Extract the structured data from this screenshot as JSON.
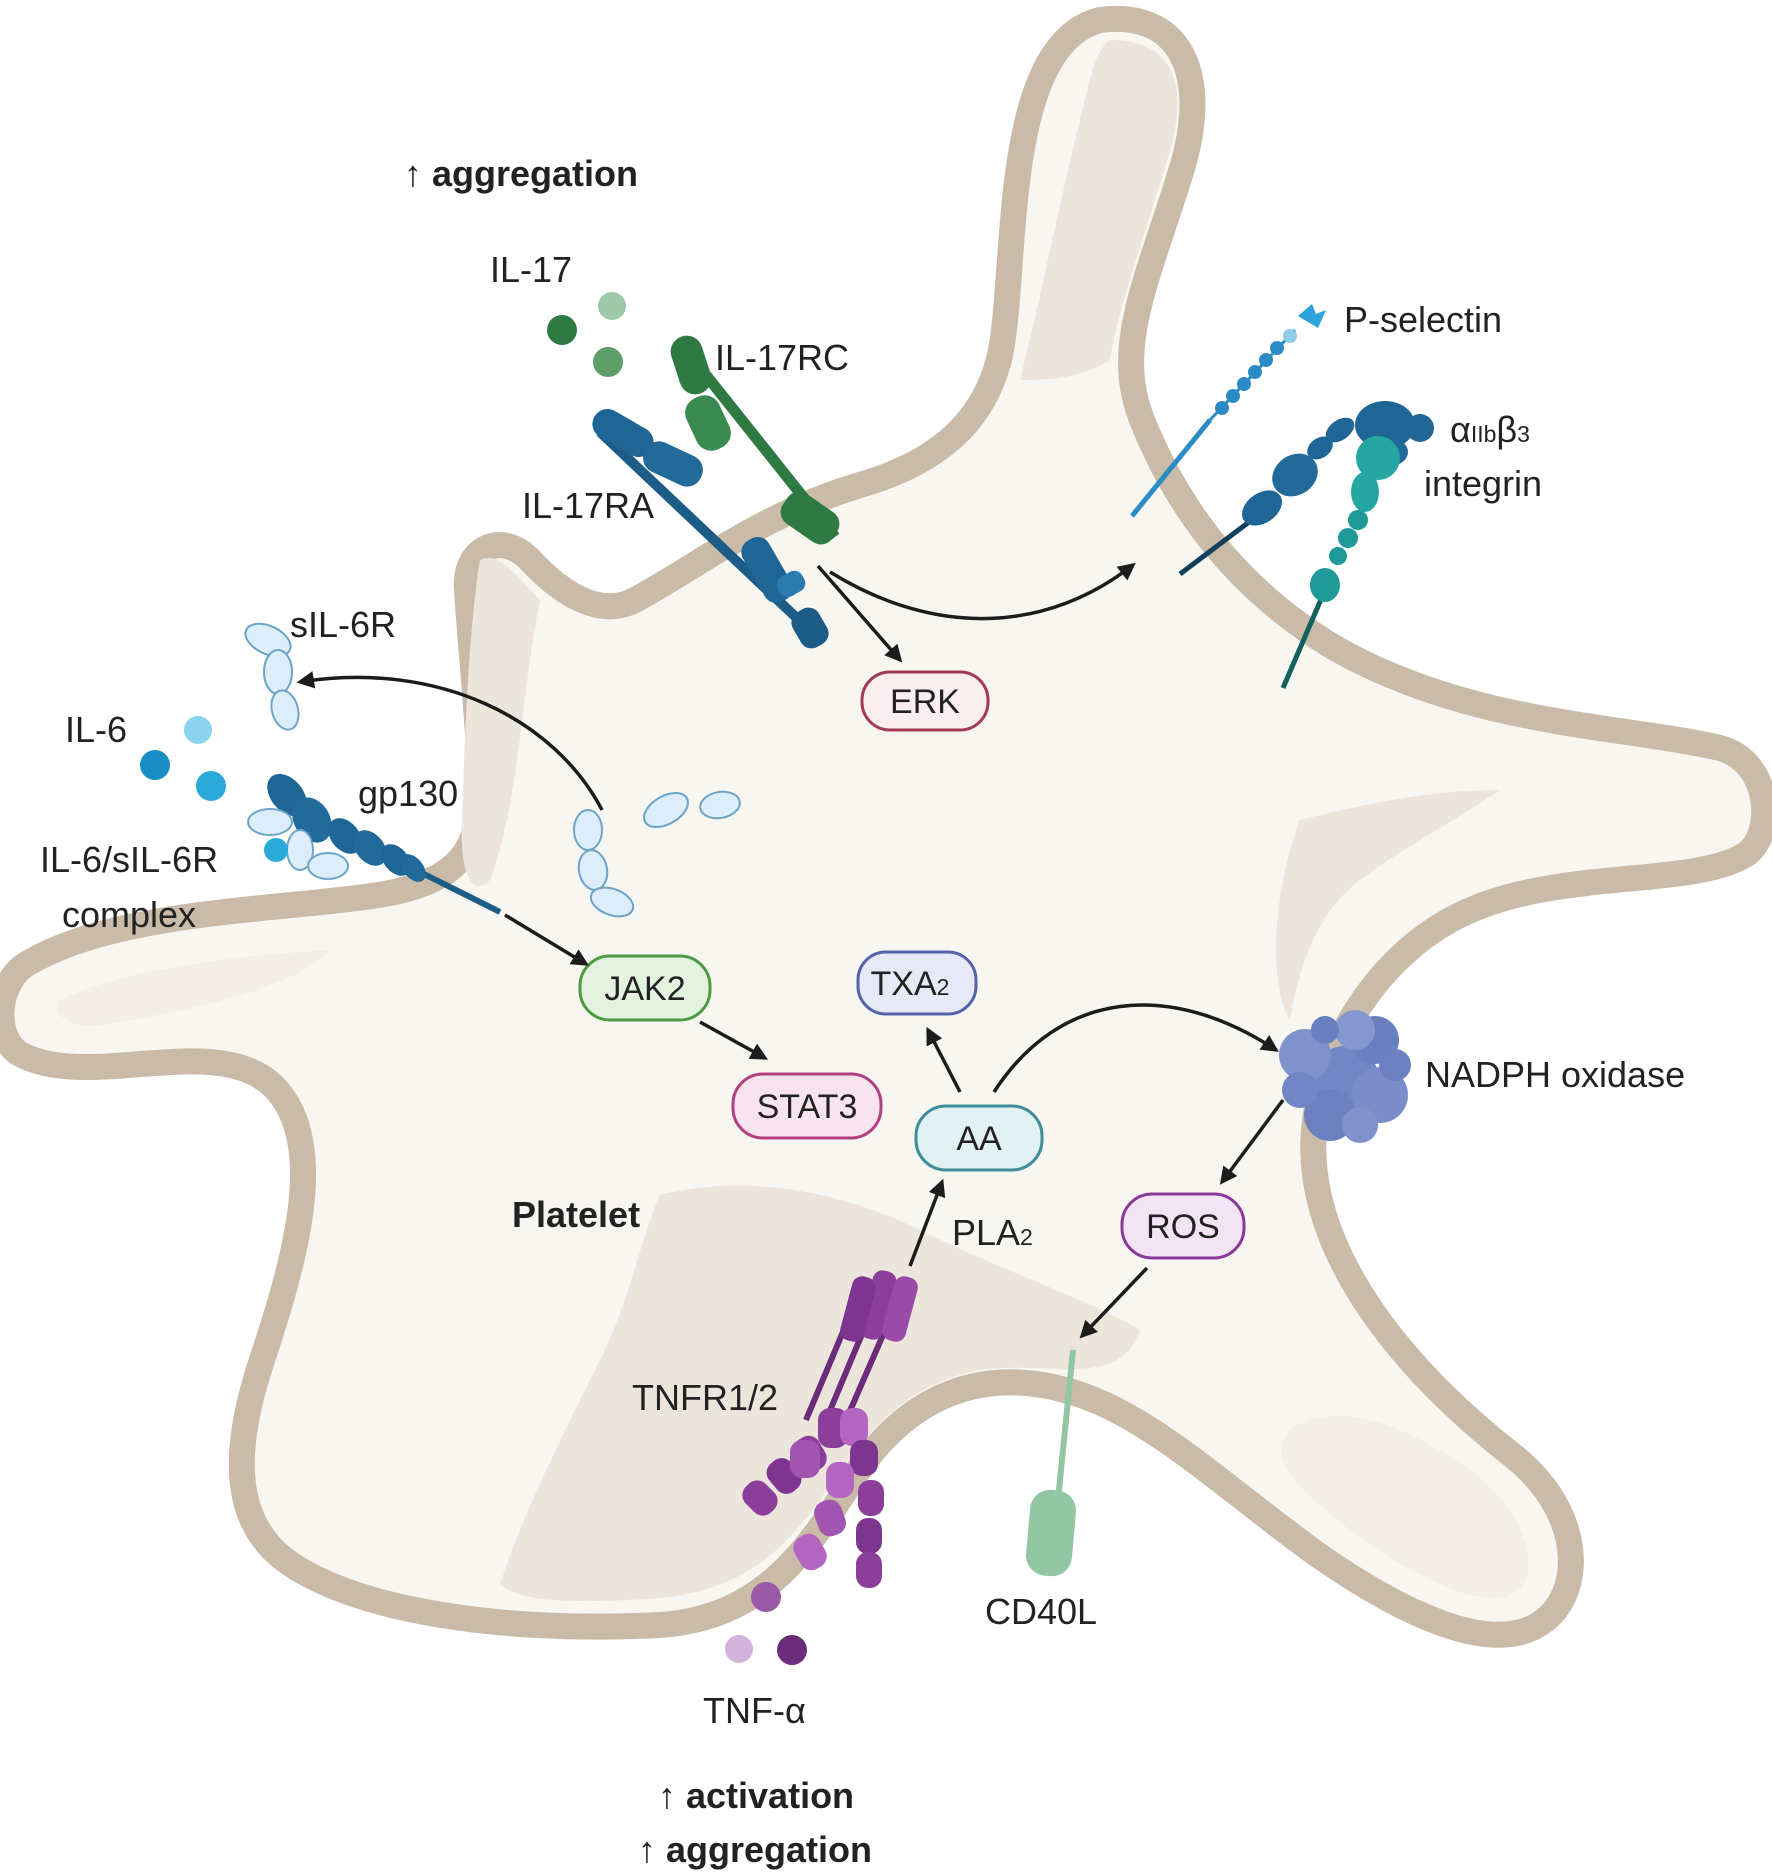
{
  "labels": {
    "cell": "Platelet",
    "il17": "IL-17",
    "il17rc": "IL-17RC",
    "il17ra": "IL-17RA",
    "sil6r": "sIL-6R",
    "il6": "IL-6",
    "gp130": "gp130",
    "il6_complex_line1": "IL-6/sIL-6R",
    "il6_complex_line2": "complex",
    "pselectin": "P-selectin",
    "integrin_alpha": "α",
    "integrin_alpha_sub": "IIb",
    "integrin_beta": "β",
    "integrin_beta_sub": "3",
    "integrin_word": "integrin",
    "nadph": "NADPH oxidase",
    "pla2_main": "PLA",
    "pla2_sub": "2",
    "tnfr": "TNFR1/2",
    "cd40l": "CD40L",
    "tnfa": "TNF-α"
  },
  "effects": {
    "top": "↑ aggregation",
    "bottom_1": "↑ activation",
    "bottom_2": "↑ aggregation"
  },
  "nodes": {
    "erk": "ERK",
    "jak2": "JAK2",
    "stat3": "STAT3",
    "aa": "AA",
    "ros": "ROS",
    "txa2_main": "TXA",
    "txa2_sub": "2"
  },
  "colors": {
    "membrane": "#c9bba7",
    "cytoplasm": "#f8f6f1",
    "inner_zone": "#ece5dc",
    "erk": "#a33a55",
    "jak2": "#4e9a44",
    "stat3": "#b0407f",
    "aa": "#3e8d99",
    "ros": "#88399a",
    "txa2": "#5563aa",
    "il17_green": "#2f7a43",
    "il17ra_blue": "#226a99",
    "il6_blue": "#1aa4d9",
    "integrin_teal": "#1f9a98",
    "tnf_purple": "#8b3f9a",
    "nadph": "#7186c4",
    "cd40l": "#93c6a3"
  }
}
